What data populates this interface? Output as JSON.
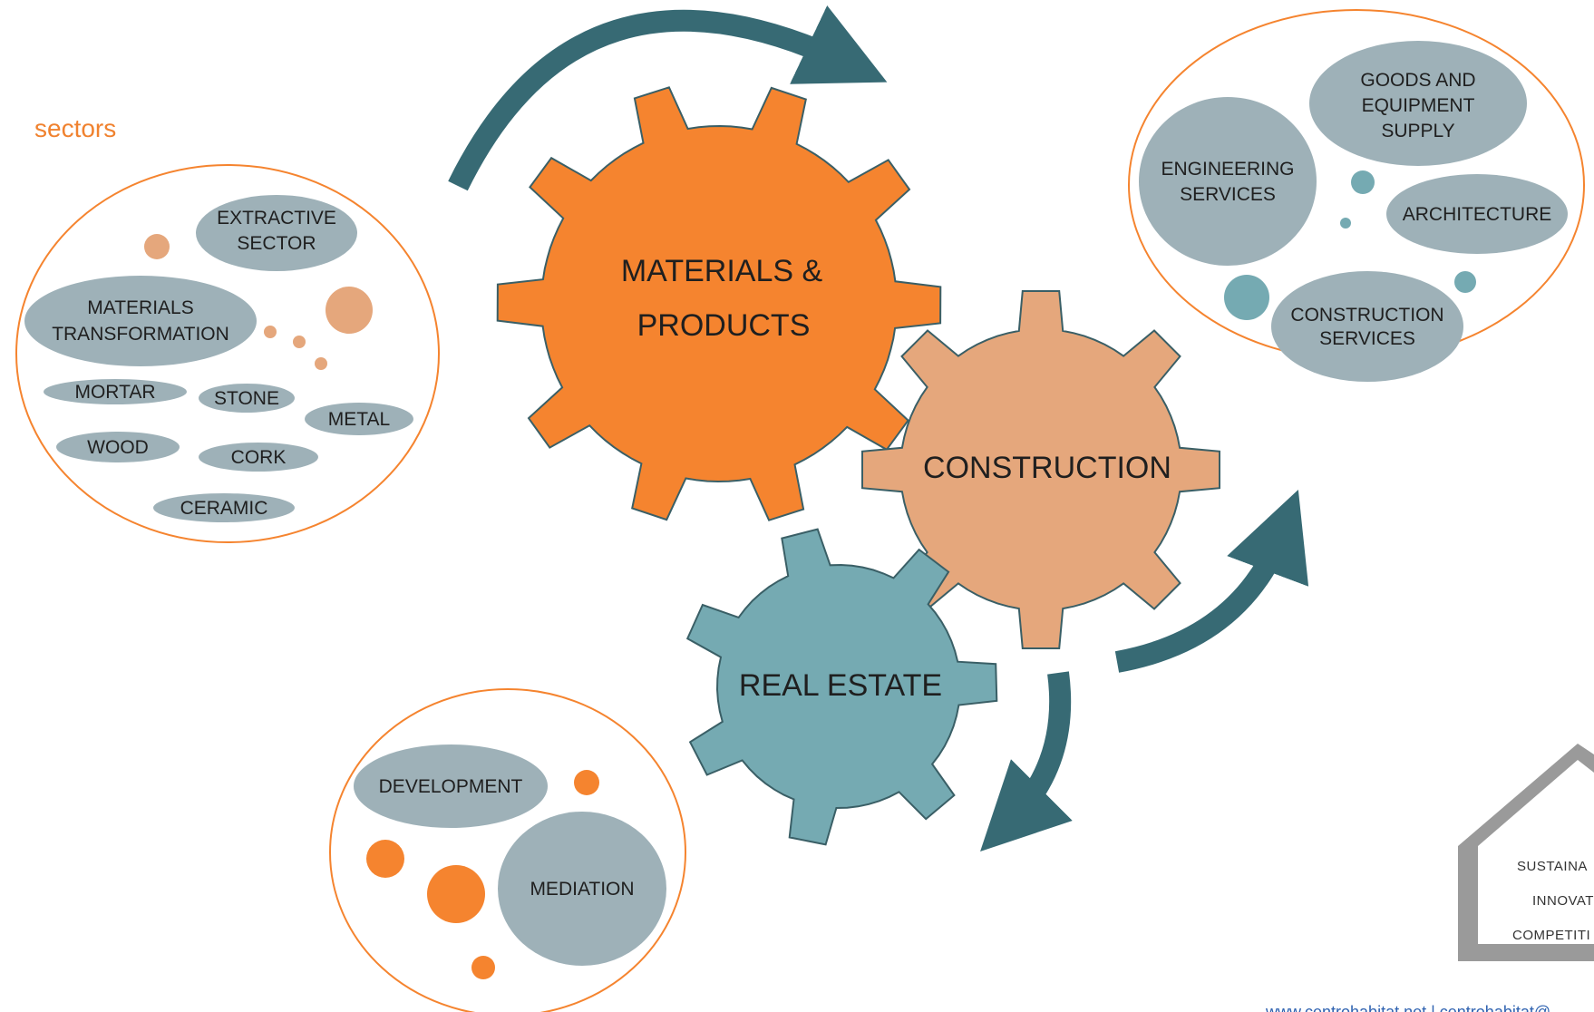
{
  "heading": "sectors",
  "gears": {
    "materials": {
      "line1": "MATERIALS &",
      "line2": "PRODUCTS"
    },
    "construction": {
      "label": "CONSTRUCTION"
    },
    "real_estate": {
      "label": "REAL ESTATE"
    }
  },
  "left_cluster": {
    "extractive": {
      "line1": "EXTRACTIVE",
      "line2": "SECTOR"
    },
    "transformation": {
      "line1": "MATERIALS",
      "line2": "TRANSFORMATION"
    },
    "mortar": "MORTAR",
    "stone": "STONE",
    "metal": "METAL",
    "wood": "WOOD",
    "cork": "CORK",
    "ceramic": "CERAMIC"
  },
  "right_cluster": {
    "goods": {
      "line1": "GOODS AND",
      "line2": "EQUIPMENT",
      "line3": "SUPPLY"
    },
    "engineering": {
      "line1": "ENGINEERING",
      "line2": "SERVICES"
    },
    "architecture": "ARCHITECTURE",
    "construction_services": {
      "line1": "CONSTRUCTION",
      "line2": "SERVICES"
    }
  },
  "bottom_cluster": {
    "development": "DEVELOPMENT",
    "mediation": "MEDIATION"
  },
  "logo": {
    "line1": "SUSTAINA",
    "line2": "INNOVAT",
    "line3": "COMPETITI"
  },
  "footer_text": "www.centrohabitat.net | centrohabitat@...",
  "colors": {
    "orange": "#f5842f",
    "peach": "#e5a77c",
    "teal": "#75aab2",
    "dark_teal": "#376a74",
    "grey_blue": "#9eb1b8"
  }
}
